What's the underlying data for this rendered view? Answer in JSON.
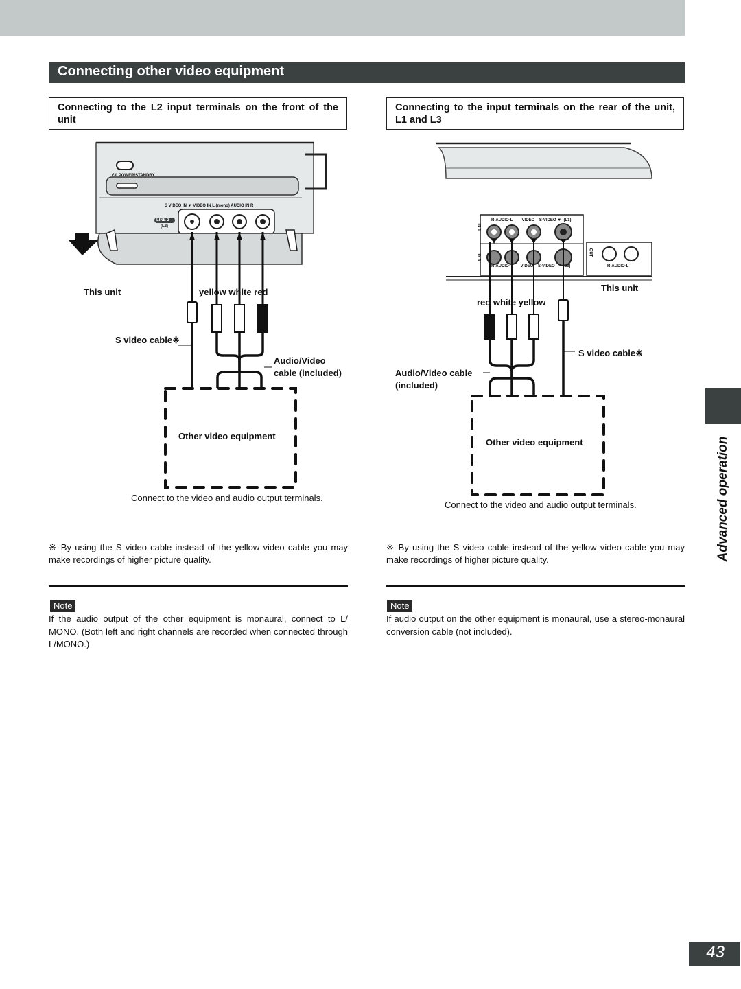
{
  "page": {
    "number": "43"
  },
  "section_title": "Connecting other video equipment",
  "side_tab": {
    "label": "Advanced operation"
  },
  "left": {
    "heading": "Connecting to the L2 input terminals on the front of the unit",
    "panel": {
      "power_label": "⏻/I POWER/STANDBY",
      "terminals_label": "S VIDEO IN ▼      VIDEO IN   L (mono)  AUDIO IN R",
      "line_badge": "LINE 2",
      "line_sub": "(L2)"
    },
    "this_unit": "This unit",
    "colors_label": "yellow white red",
    "s_video_cable": "S video cable※",
    "av_cable_line1": "Audio/Video",
    "av_cable_line2": "cable (included)",
    "other_equipment": "Other video equipment",
    "caption": "Connect to the video and audio output terminals.",
    "footnote": "※ By using the S video cable instead of the yellow video cable you may make recordings of higher picture quality.",
    "note_badge": "Note",
    "note_text": "If the audio output of the other equipment is monaural, connect to L/ MONO. (Both left and right channels are recorded when connected through L/MONO.)"
  },
  "right": {
    "heading": "Connecting to the input terminals on the rear of the unit, L1 and L3",
    "panel": {
      "in1": "IN 1",
      "in3": "IN 3",
      "out": "OUT",
      "row1": "R-AUDIO-L        VIDEO    S-VIDEO ▼  (L1)",
      "row3": "R-AUDIO-         VIDEO    S-VIDEO       (L3)",
      "out_label": "R-AUDIO-L"
    },
    "this_unit": "This unit",
    "colors_label": "red white yellow",
    "s_video_cable": "S video cable※",
    "av_cable_line1": "Audio/Video cable",
    "av_cable_line2": "(included)",
    "other_equipment": "Other video equipment",
    "caption": "Connect to the video and audio output terminals.",
    "footnote": "※ By using the S video cable instead of the yellow video cable you may make recordings of higher picture quality.",
    "note_badge": "Note",
    "note_text": "If audio output on the other equipment is monaural, use a stereo-monaural conversion cable (not included)."
  }
}
